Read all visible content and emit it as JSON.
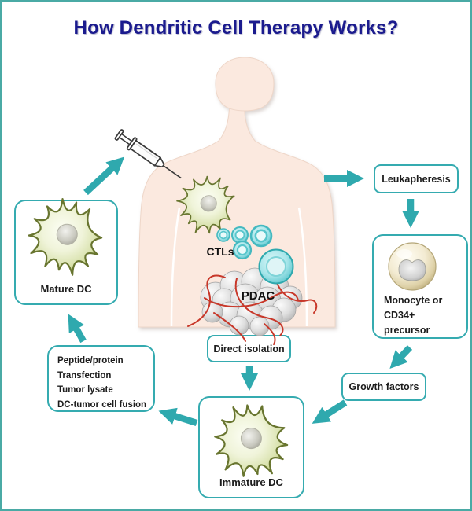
{
  "title": "How Dendritic Cell Therapy Works?",
  "colors": {
    "accent": "#2fa9ae",
    "box_border": "#35abb0",
    "frame_border": "#4aaaa5",
    "title_text": "#1b1b8e",
    "body_skin": "#fbe9df",
    "vessel_red": "#c8382a"
  },
  "boxes": {
    "leukapheresis": {
      "label": "Leukapheresis"
    },
    "monocyte": {
      "lines": [
        "Monocyte or",
        "CD34+",
        "precursor"
      ]
    },
    "growth_factors": {
      "label": "Growth factors"
    },
    "direct_isolation": {
      "label": "Direct isolation"
    },
    "antigen_loading": {
      "lines": [
        "Peptide/protein",
        "Transfection",
        "Tumor lysate",
        "DC-tumor cell fusion"
      ]
    },
    "immature_dc": {
      "label": "Immature DC"
    },
    "mature_dc": {
      "label": "Mature DC"
    }
  },
  "in_body": {
    "ctls_label": "CTLs",
    "pdac_label": "PDAC"
  }
}
